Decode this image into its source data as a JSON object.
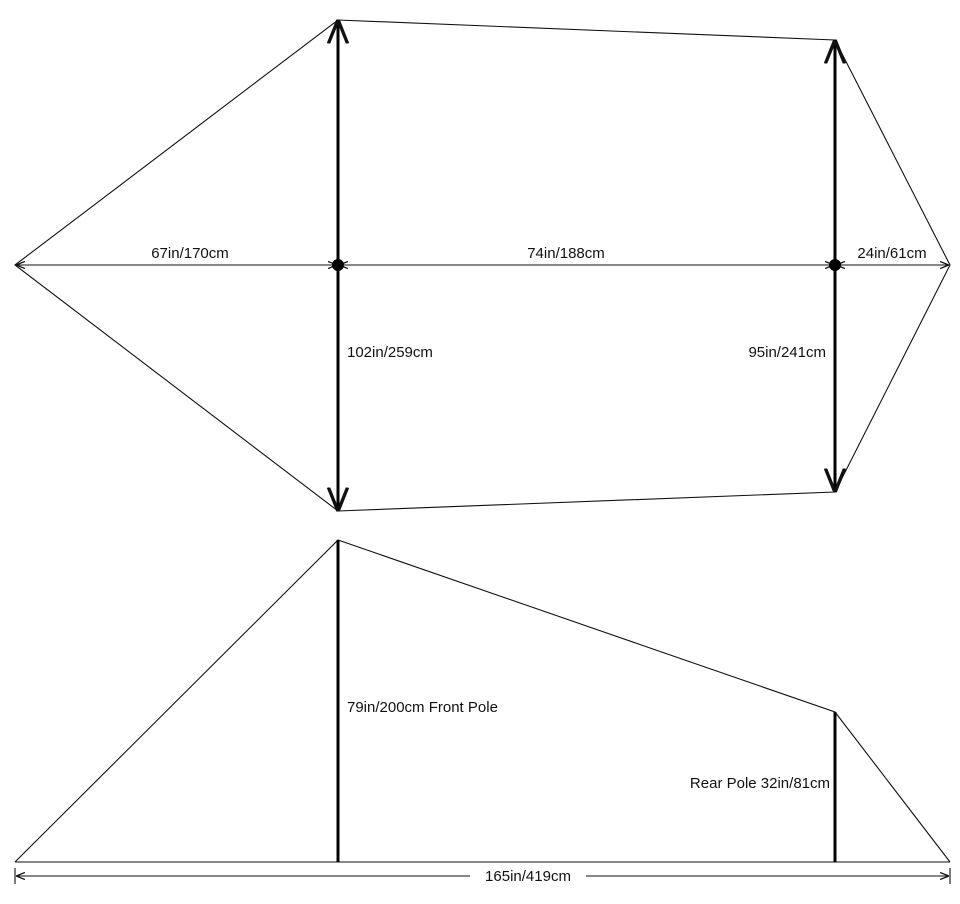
{
  "top_view": {
    "front_distance": "67in/170cm",
    "middle_distance": "74in/188cm",
    "rear_distance": "24in/61cm",
    "front_width": "102in/259cm",
    "rear_width": "95in/241cm"
  },
  "side_view": {
    "front_pole": "79in/200cm Front Pole",
    "rear_pole": "Rear Pole 32in/81cm",
    "total_length": "165in/419cm"
  },
  "colors": {
    "line": "#111111",
    "background": "#ffffff"
  }
}
